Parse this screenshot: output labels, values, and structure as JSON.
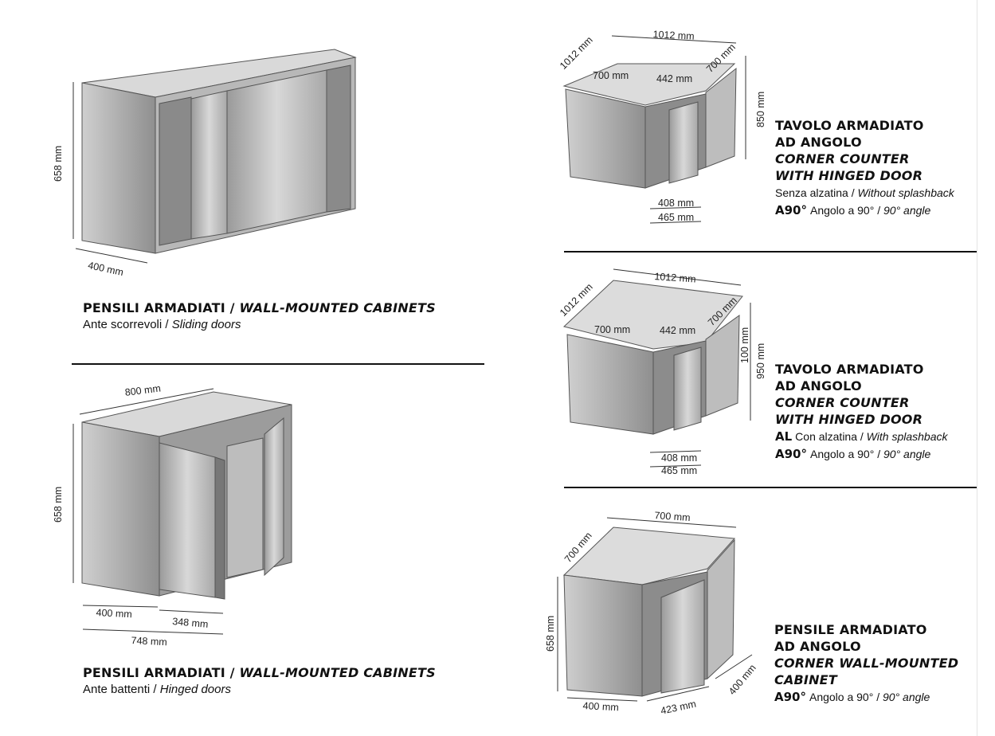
{
  "products": [
    {
      "title_it": "PENSILI ARMADIATI",
      "title_en": "WALL-MOUNTED CABINETS",
      "sub_it": "Ante scorrevoli",
      "sub_en": "Sliding doors",
      "dims": {
        "height": "658 mm",
        "depth": "400 mm"
      }
    },
    {
      "title_it": "PENSILI ARMADIATI",
      "title_en": "WALL-MOUNTED CABINETS",
      "sub_it": "Ante battenti",
      "sub_en": "Hinged doors",
      "dims": {
        "width": "800 mm",
        "height": "658 mm",
        "depth": "400 mm",
        "door": "348 mm",
        "total": "748 mm"
      }
    },
    {
      "title_it_1": "TAVOLO ARMADIATO",
      "title_it_2": "AD ANGOLO",
      "title_en_1": "CORNER COUNTER",
      "title_en_2": "WITH HINGED DOOR",
      "sub_it": "Senza alzatina",
      "sub_en": "Without splashback",
      "code": "A90°",
      "code_it": "Angolo a 90°",
      "code_en": "90° angle",
      "dims": {
        "left": "1012 mm",
        "top": "1012 mm",
        "side_l": "700 mm",
        "mid": "442 mm",
        "side_r": "700 mm",
        "height": "850 mm",
        "inner": "408 mm",
        "outer": "465 mm"
      }
    },
    {
      "title_it_1": "TAVOLO ARMADIATO",
      "title_it_2": "AD ANGOLO",
      "title_en_1": "CORNER COUNTER",
      "title_en_2": "WITH HINGED DOOR",
      "code1": "AL",
      "sub_it": "Con alzatina",
      "sub_en": "With splashback",
      "code": "A90°",
      "code_it": "Angolo a 90°",
      "code_en": "90° angle",
      "dims": {
        "left": "1012 mm",
        "top": "1012 mm",
        "side_l": "700 mm",
        "mid": "442 mm",
        "side_r": "700 mm",
        "splash": "100 mm",
        "height": "950 mm",
        "inner": "408 mm",
        "outer": "465 mm"
      }
    },
    {
      "title_it_1": "PENSILE ARMADIATO",
      "title_it_2": "AD ANGOLO",
      "title_en_1": "CORNER WALL-MOUNTED",
      "title_en_2": "CABINET",
      "code": "A90°",
      "code_it": "Angolo a 90°",
      "code_en": "90° angle",
      "dims": {
        "top": "700 mm",
        "left": "700 mm",
        "height": "658 mm",
        "depth_l": "400 mm",
        "front": "423 mm",
        "depth_r": "400 mm"
      }
    }
  ]
}
